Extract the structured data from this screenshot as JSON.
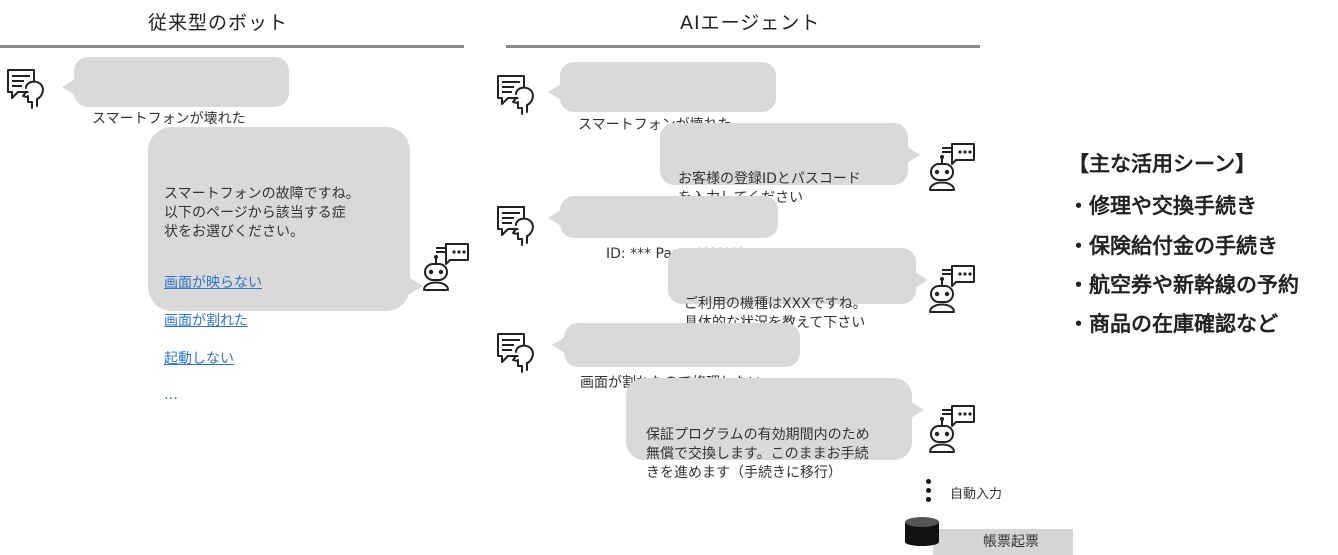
{
  "left_panel": {
    "heading": "従来型のボット",
    "user_message": "スマートフォンが壊れた",
    "bot_message": "スマートフォンの故障ですね。\n以下のページから該当する症\n状をお選びください。",
    "links": [
      "画面が映らない",
      "画面が割れた",
      "起動しない"
    ],
    "link_ellipsis": "…"
  },
  "right_panel": {
    "heading": "AIエージェント",
    "messages": [
      {
        "speaker": "user",
        "text": "スマートフォンが壊れた"
      },
      {
        "speaker": "bot",
        "text": "お客様の登録IDとパスコード\nを入力してください"
      },
      {
        "speaker": "user",
        "text": "ID: *** Pass: *******"
      },
      {
        "speaker": "bot",
        "text": "ご利用の機種はXXXですね。\n具体的な状況を教えて下さい"
      },
      {
        "speaker": "user",
        "text": "画面が割れたので修理したい"
      },
      {
        "speaker": "bot",
        "text": "保証プログラムの有効期間内のため\n無償で交換します。このままお手続\nきを進めます（手続きに移行）"
      }
    ],
    "auto_input_label": "自動入力",
    "document_label": "帳票起票"
  },
  "use_cases": {
    "title": "【主な活用シーン】",
    "items": [
      "・修理や交換手続き",
      "・保険給付金の手続き",
      "・航空券や新幹線の予約",
      "・商品の在庫確認など"
    ]
  },
  "colors": {
    "bubble": "#d9d9d9",
    "link": "#2e75c8",
    "rule": "#8a8a8a",
    "icon_stroke": "#222222"
  },
  "icons": [
    "user-chat-icon",
    "robot-icon",
    "database-icon"
  ]
}
